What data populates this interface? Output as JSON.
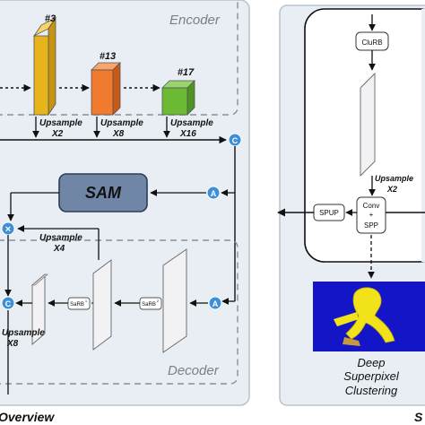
{
  "encoder": {
    "title": "Encoder",
    "blocks": [
      {
        "label": "#3",
        "color": "#e8b41c"
      },
      {
        "label": "#13",
        "color": "#f07a2e"
      },
      {
        "label": "#17",
        "color": "#6cba34"
      }
    ],
    "upsample_1": [
      "Upsample",
      "X2"
    ],
    "upsample_2": [
      "Upsample",
      "X8"
    ],
    "upsample_3": [
      "Upsample",
      "X16"
    ]
  },
  "decoder": {
    "title": "Decoder",
    "sam_label": "SAM",
    "upsample_x4": [
      "Upsample",
      "X4"
    ],
    "upsample_x8": [
      "Upsample",
      "X8"
    ],
    "sarb_1": "SaRB",
    "sarb_1_sup": "1",
    "sarb_2": "SaRB",
    "sarb_2_sup": "2",
    "op_c": "C",
    "op_a": "A",
    "op_x": "×"
  },
  "overview_label": "Overview",
  "right_panel": {
    "title_letter": "S",
    "clurb": "CluRB",
    "upsample_x2": [
      "Upsample",
      "X2"
    ],
    "conv_spp": [
      "Conv",
      "+",
      "SPP"
    ],
    "spup": "SPUP",
    "output_caption": [
      "Deep",
      "Superpixel",
      "Clustering"
    ]
  },
  "colors": {
    "panel_bg": "#e9eef5",
    "sam_fill": "#6f86a6",
    "op_circle": "#3d8fd6",
    "output_bg": "#1515c8",
    "output_fg": "#f2e21a"
  }
}
